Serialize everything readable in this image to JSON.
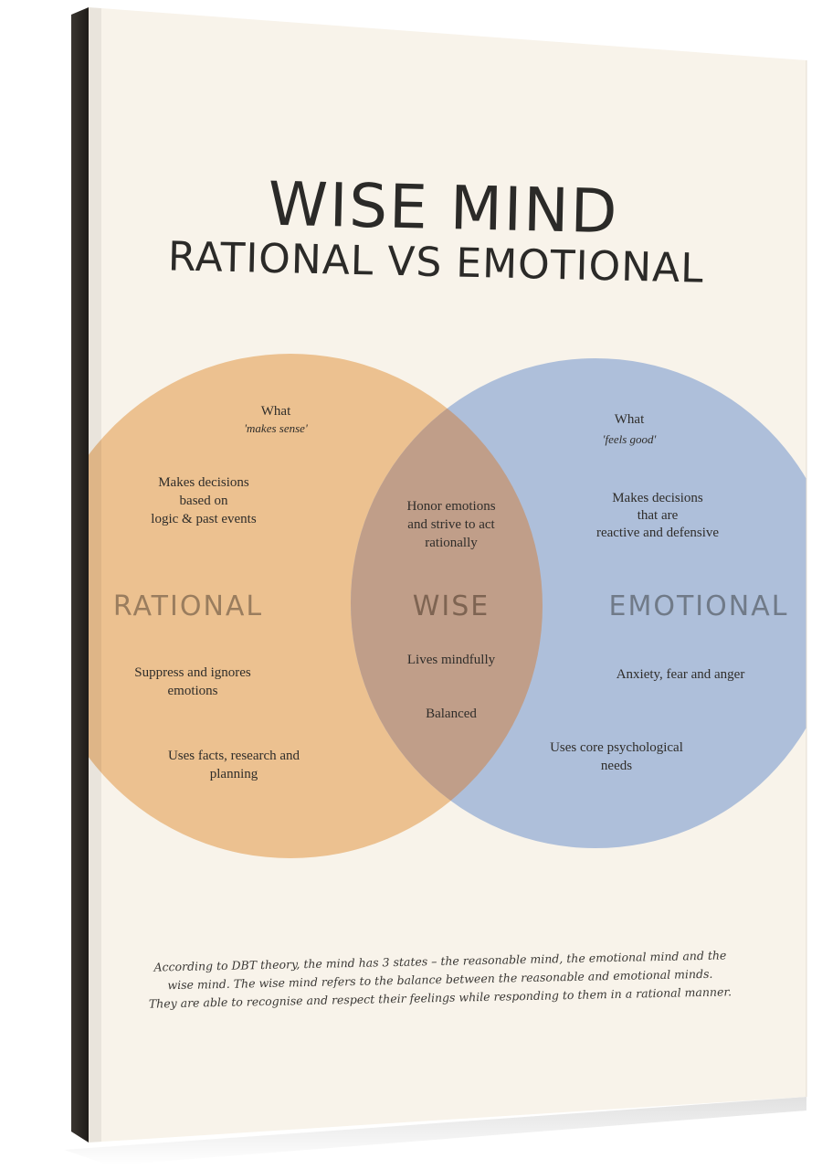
{
  "title": {
    "main": "WISE MIND",
    "sub": "RATIONAL VS EMOTIONAL"
  },
  "colors": {
    "background": "#f8f3ea",
    "rational": "#ecc190",
    "emotional": "#aebfda",
    "overlap": "#c09e89",
    "rational_label": "#9a7d5e",
    "wise_label": "#7e6452",
    "emotional_label": "#707a88"
  },
  "rational": {
    "label": "RATIONAL",
    "what": "What",
    "what_italic": "'makes sense'",
    "decisions": [
      "Makes decisions",
      "based on",
      "logic & past events"
    ],
    "suppress": [
      "Suppress and ignores",
      "emotions"
    ],
    "facts": [
      "Uses facts, research and",
      "planning"
    ]
  },
  "wise": {
    "label": "WISE",
    "honor": [
      "Honor emotions",
      "and strive to act",
      "rationally"
    ],
    "mindful": "Lives mindfully",
    "balanced": "Balanced"
  },
  "emotional": {
    "label": "EMOTIONAL",
    "what": "What",
    "what_italic": "'feels good'",
    "decisions": [
      "Makes decisions",
      "that are",
      "reactive and defensive"
    ],
    "feelings": "Anxiety, fear and anger",
    "needs": [
      "Uses core psychological",
      "needs"
    ]
  },
  "footer": {
    "lines": [
      "According to DBT theory, the mind has 3 states – the reasonable mind, the emotional mind and the",
      "wise mind. The wise mind refers to the balance between the reasonable and emotional minds.",
      "They are able to recognise and respect their feelings while responding to them in a rational manner."
    ]
  }
}
